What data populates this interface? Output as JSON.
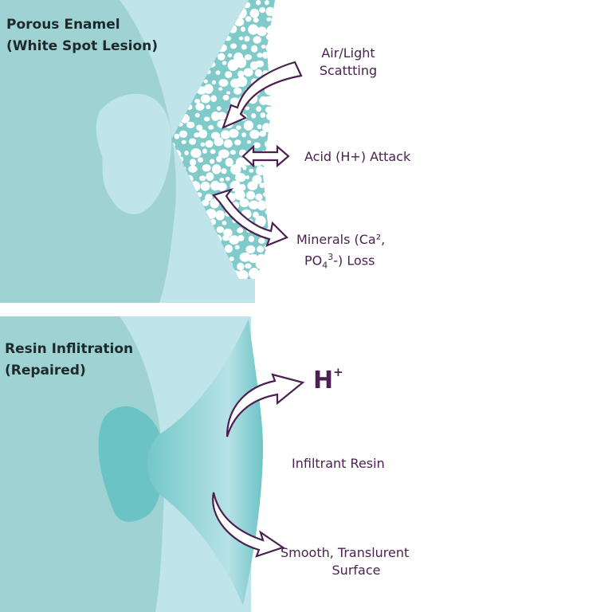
{
  "top_panel": {
    "title_line1": "Porous Enamel",
    "title_line2": "(White Spot Lesion)",
    "labels": {
      "air_light_line1": "Air/Light",
      "air_light_line2": "Scattting",
      "acid": "Acid (H+) Attack",
      "minerals_line1": "Minerals (Ca²,",
      "minerals_line2_a": "PO",
      "minerals_line2_sub": "4",
      "minerals_line2_sup": "3",
      "minerals_line2_b": "-)  Loss"
    }
  },
  "bottom_panel": {
    "title_line1": "Resin Inflitration",
    "title_line2": "(Repaired)",
    "labels": {
      "h_plus": "H",
      "h_plus_sup": "+",
      "infiltrant": "Infiltrant Resin",
      "surface_line1": "Smooth, Translurent",
      "surface_line2": "Surface"
    }
  },
  "colors": {
    "dentin": "#9fd3d3",
    "enamel": "#bfe4ea",
    "porous": "#80caca",
    "resin": "#6cc3c5",
    "arrow_stroke": "#4a2150",
    "label_text": "#4a2150",
    "title_text": "#1c2a2c"
  }
}
